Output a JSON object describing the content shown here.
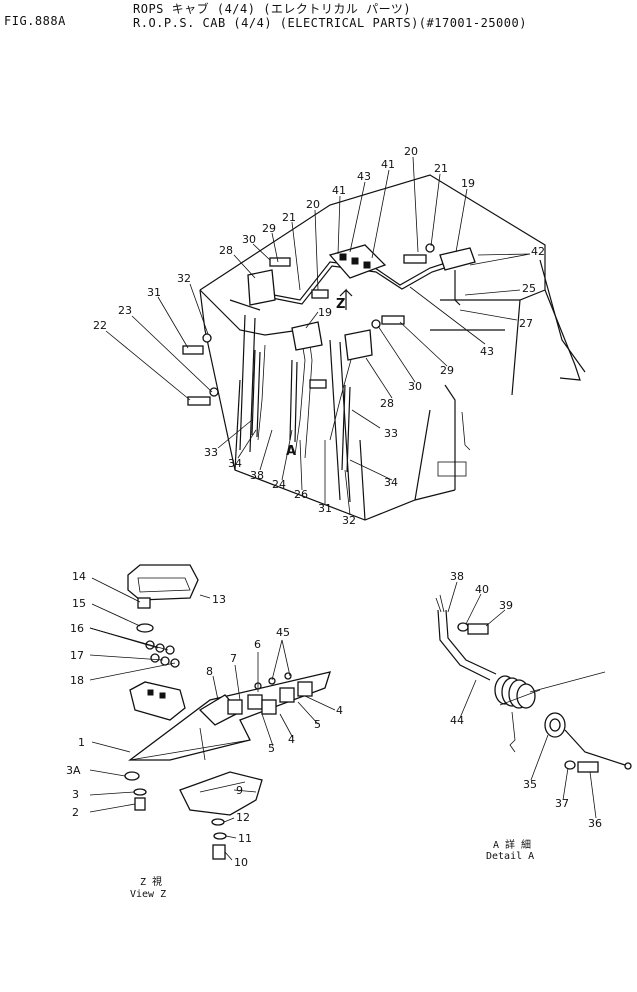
{
  "header": {
    "fig_label": "FIG.888A",
    "title_jp": "ROPS キャブ (4/4) (エレクトリカル パーツ)",
    "title_en": "R.O.P.S. CAB (4/4) (ELECTRICAL PARTS)(#17001-25000)"
  },
  "main_view": {
    "callouts": [
      "20",
      "21",
      "41",
      "43",
      "19",
      "41",
      "29",
      "21",
      "20",
      "30",
      "28",
      "42",
      "32",
      "25",
      "31",
      "27",
      "23",
      "19",
      "22",
      "Z",
      "43",
      "29",
      "30",
      "28",
      "33",
      "34",
      "38",
      "A",
      "24",
      "26",
      "31",
      "32",
      "33",
      "34"
    ]
  },
  "view_z": {
    "callouts": [
      "14",
      "13",
      "15",
      "16",
      "17",
      "18",
      "45",
      "6",
      "7",
      "8",
      "4",
      "5",
      "1",
      "5",
      "4",
      "3A",
      "9",
      "3",
      "2",
      "12",
      "11",
      "10"
    ],
    "caption_jp": "Z 視",
    "caption_en": "View Z"
  },
  "detail_a": {
    "callouts": [
      "38",
      "40",
      "39",
      "44",
      "35",
      "37",
      "36"
    ],
    "caption_jp": "A 詳 細",
    "caption_en": "Detail A"
  }
}
